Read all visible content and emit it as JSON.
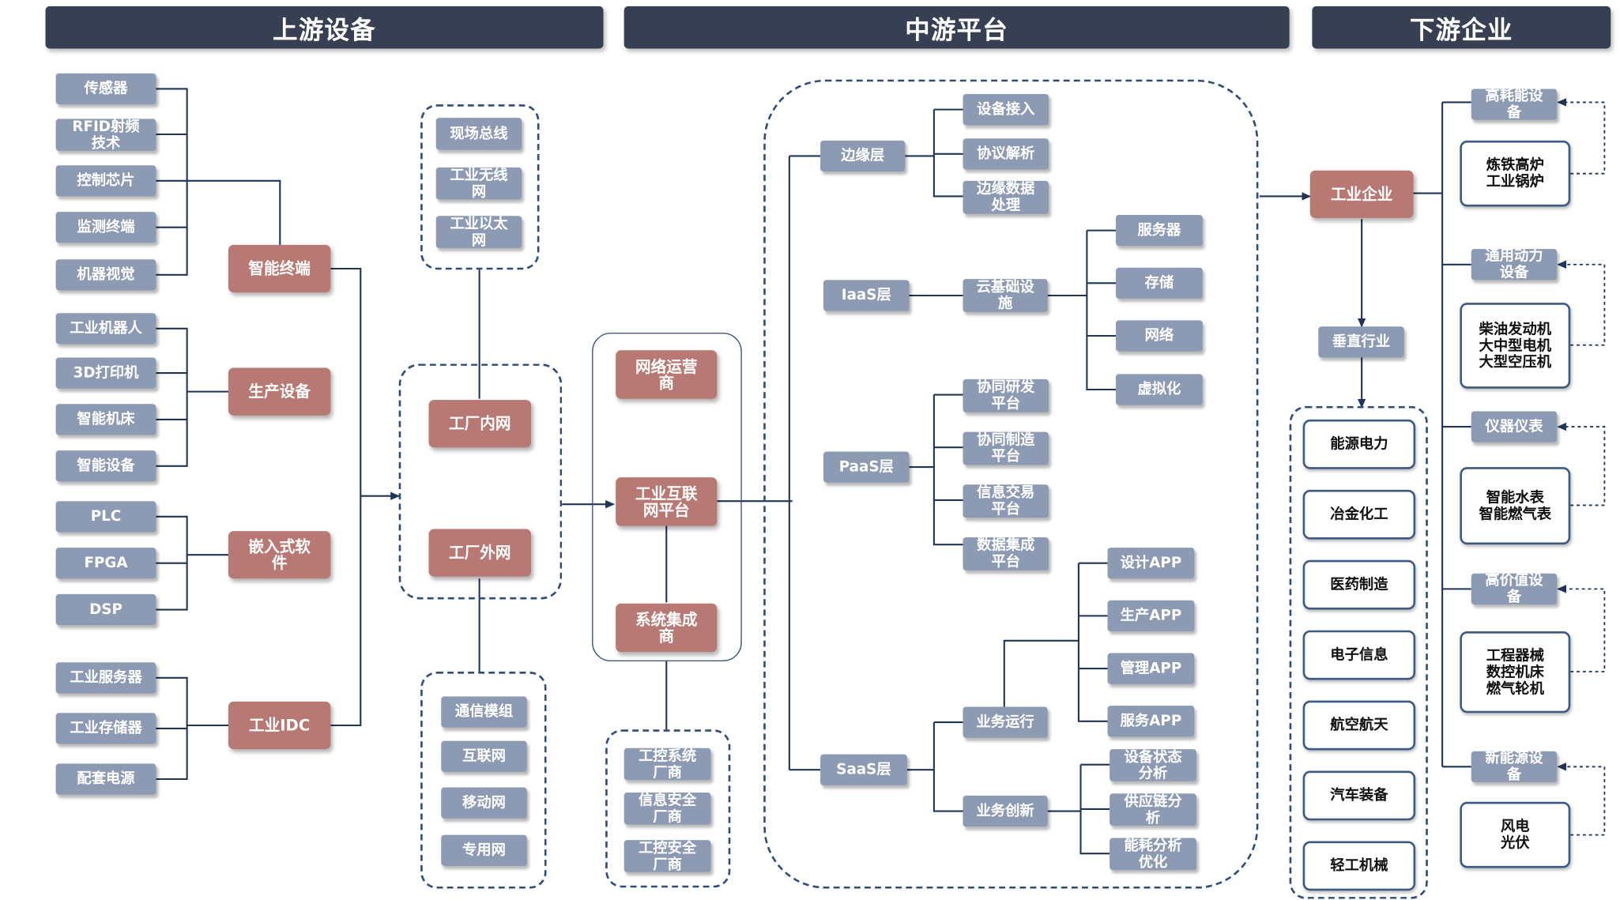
{
  "headers": {
    "upstream": "上游设备",
    "midstream": "中游平台",
    "downstream": "下游企业"
  },
  "upstream": {
    "items": [
      "传感器",
      "RFID射频\n技术",
      "控制芯片",
      "监测终端",
      "机器视觉",
      "工业机器人",
      "3D打印机",
      "智能机床",
      "智能设备",
      "PLC",
      "FPGA",
      "DSP",
      "工业服务器",
      "工业存储器",
      "配套电源"
    ],
    "categories": [
      "智能终端",
      "生产设备",
      "嵌入式软\n件",
      "工业IDC"
    ]
  },
  "network": {
    "top": [
      "现场总线",
      "工业无线\n网",
      "工业以太\n网"
    ],
    "main": [
      "工厂内网",
      "工厂外网"
    ],
    "bottom": [
      "通信模组",
      "互联网",
      "移动网",
      "专用网"
    ]
  },
  "platform": {
    "main": [
      "网络运营\n商",
      "工业互联\n网平台",
      "系统集成\n商"
    ],
    "bottom": [
      "工控系统\n厂商",
      "信息安全\n厂商",
      "工控安全\n厂商"
    ]
  },
  "layers": {
    "edge": {
      "label": "边缘层",
      "items": [
        "设备接入",
        "协议解析",
        "边缘数据\n处理"
      ]
    },
    "iaas": {
      "label": "IaaS层",
      "mid": "云基础设\n施",
      "items": [
        "服务器",
        "存储",
        "网络",
        "虚拟化"
      ]
    },
    "paas": {
      "label": "PaaS层",
      "items": [
        "协同研发\n平台",
        "协同制造\n平台",
        "信息交易\n平台",
        "数据集成\n平台"
      ]
    },
    "saas": {
      "label": "SaaS层",
      "ops": {
        "label": "业务运行",
        "items": [
          "设计APP",
          "生产APP",
          "管理APP",
          "服务APP"
        ]
      },
      "innov": {
        "label": "业务创新",
        "items": [
          "设备状态\n分析",
          "供应链分\n析",
          "能耗分析\n优化"
        ]
      }
    }
  },
  "downstream": {
    "industrial": "工业企业",
    "vertical": "垂直行业",
    "verticals": [
      "能源电力",
      "冶金化工",
      "医药制造",
      "电子信息",
      "航空航天",
      "汽车装备",
      "轻工机械"
    ],
    "equipment": [
      {
        "category": "高耗能设\n备",
        "examples": "炼铁高炉\n工业锅炉"
      },
      {
        "category": "通用动力\n设备",
        "examples": "柴油发动机\n大中型电机\n大型空压机"
      },
      {
        "category": "仪器仪表",
        "examples": "智能水表\n智能燃气表"
      },
      {
        "category": "高价值设\n备",
        "examples": "工程器械\n数控机床\n燃气轮机"
      },
      {
        "category": "新能源设\n备",
        "examples": "风电\n光伏"
      }
    ]
  },
  "colors": {
    "header": "#374053",
    "node": "#8c9ab3",
    "highlight": "#b87873",
    "line": "#1f3457",
    "dash": "#2f4b79"
  }
}
